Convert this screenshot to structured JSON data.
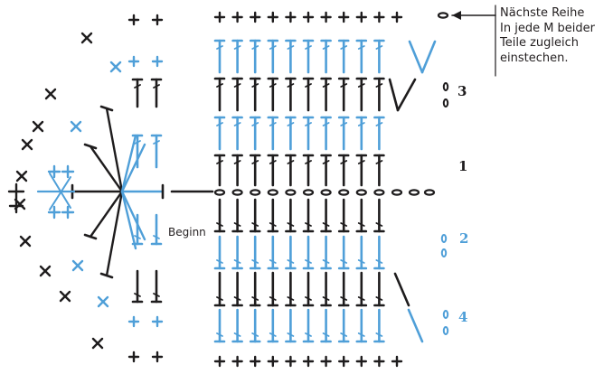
{
  "colors": {
    "black_stitch": "#1e1c1d",
    "blue_stitch": "#4f9fd8",
    "label_text": "#231f20"
  },
  "annotations": {
    "next_row_lines": [
      "Nächste Reihe",
      "In jede M beider",
      "Teile zugleich",
      "einstechen."
    ],
    "begin": "Beginn"
  },
  "row_numbers": {
    "r3": "3",
    "r1": "1",
    "r2": "2",
    "r4": "4"
  },
  "symbols": {
    "cross": "+",
    "x_stitch": "x",
    "chain": "oval",
    "treble": "T-shaped stitch"
  },
  "grid": {
    "columns": 11
  }
}
